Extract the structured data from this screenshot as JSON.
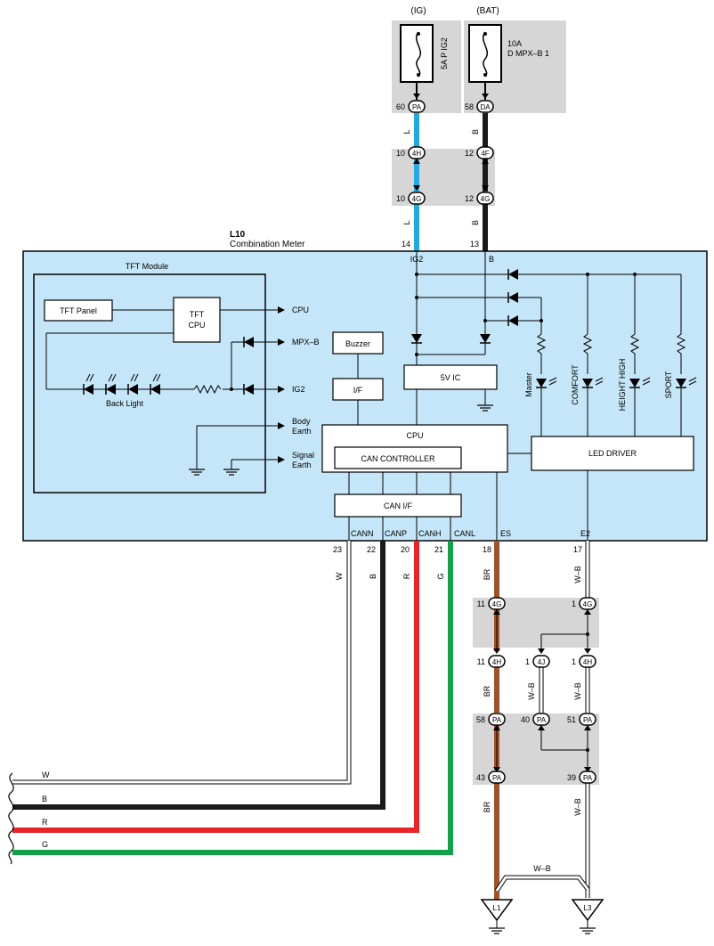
{
  "fuses": {
    "ig": {
      "header": "(IG)",
      "label": "5A P IG2",
      "pin": "60",
      "connector": "PA"
    },
    "bat": {
      "header": "(BAT)",
      "label_line1": "10A",
      "label_line2": "D MPX–B 1",
      "pin": "58",
      "connector": "DA"
    }
  },
  "junction_top": {
    "left": [
      {
        "pin": "10",
        "connector": "4H"
      },
      {
        "pin": "10",
        "connector": "4G"
      }
    ],
    "right": [
      {
        "pin": "12",
        "connector": "4F"
      },
      {
        "pin": "12",
        "connector": "4G"
      }
    ]
  },
  "wire_colors_top": {
    "ig_a": "L",
    "ig_b": "L",
    "bat_a": "B",
    "bat_b": "B"
  },
  "meter": {
    "code": "L10",
    "name": "Combination Meter",
    "pin_ig2": "14",
    "pin_b": "13",
    "label_ig2": "IG2",
    "label_b": "B",
    "tft_module": {
      "title": "TFT Module",
      "tft_panel": "TFT Panel",
      "tft_cpu_line1": "TFT",
      "tft_cpu_line2": "CPU",
      "out_cpu": "CPU",
      "out_mpxb": "MPX–B",
      "out_ig2": "IG2",
      "body_earth_line1": "Body",
      "body_earth_line2": "Earth",
      "signal_earth_line1": "Signal",
      "signal_earth_line2": "Earth",
      "back_light": "Back Light"
    },
    "buzzer": "Buzzer",
    "if_block": "I/F",
    "ic_5v": "5V IC",
    "cpu": "CPU",
    "can_controller": "CAN CONTROLLER",
    "can_if": "CAN I/F",
    "led_driver": "LED DRIVER",
    "leds": [
      "Master",
      "COMFORT",
      "HEIGHT HIGH",
      "SPORT"
    ],
    "bottom_terms": [
      "CANN",
      "CANP",
      "CANH",
      "CANL",
      "ES",
      "E2"
    ]
  },
  "bottom_pins": {
    "w": {
      "pin": "23",
      "color": "W"
    },
    "b": {
      "pin": "22",
      "color": "B"
    },
    "r": {
      "pin": "20",
      "color": "R"
    },
    "g": {
      "pin": "21",
      "color": "G"
    },
    "es": {
      "pin": "18",
      "color": "BR"
    },
    "e2": {
      "pin": "17",
      "color": "W–B"
    }
  },
  "junction_bottom": {
    "row1": [
      {
        "pin": "11",
        "connector": "4G"
      },
      {
        "pin": "1",
        "connector": "4G"
      }
    ],
    "row2": [
      {
        "pin": "11",
        "connector": "4H"
      },
      {
        "pin": "1",
        "connector": "4J"
      },
      {
        "pin": "1",
        "connector": "4H"
      }
    ],
    "row3": [
      {
        "pin": "58",
        "connector": "PA"
      },
      {
        "pin": "40",
        "connector": "PA"
      },
      {
        "pin": "51",
        "connector": "PA"
      }
    ],
    "row4": [
      {
        "pin": "43",
        "connector": "PA"
      },
      {
        "pin": "39",
        "connector": "PA"
      }
    ],
    "wire_colors": {
      "br_1": "BR",
      "wb_mid": "W–B",
      "wb_right": "W–B",
      "br_2": "BR",
      "wb_low": "W–B",
      "wb_horiz": "W–B"
    }
  },
  "bus_labels": [
    "W",
    "B",
    "R",
    "G"
  ],
  "grounds": [
    "L1",
    "L3"
  ],
  "colors": {
    "meter_fill": "#c5e6f8",
    "junction_fill": "#d6d6d6",
    "wire_l": "#25a8e0",
    "wire_b": "#1a1a1a",
    "wire_r": "#e52528",
    "wire_g": "#12a04a",
    "wire_br": "#a0522d"
  }
}
